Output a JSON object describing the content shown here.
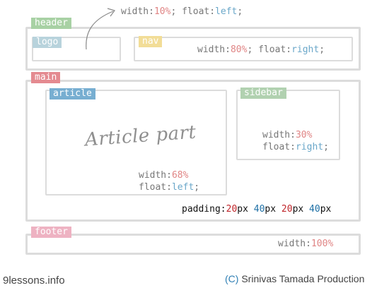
{
  "colors": {
    "header": "#a8d1a4",
    "logo": "#b8d3dc",
    "nav": "#f2dd97",
    "main": "#e48a90",
    "article": "#77aed1",
    "sidebar": "#b1d1b0",
    "footer": "#eeb2c2",
    "box_border": "#dcdcdc",
    "css_value_number": "#e08585",
    "css_value_keyword": "#6aa7c9"
  },
  "labels": {
    "header": "header",
    "logo": "logo",
    "nav": "nav",
    "main": "main",
    "article": "article",
    "sidebar": "sidebar",
    "footer": "footer"
  },
  "logo_rule": {
    "prop1": "width:",
    "val1": "10%",
    "sep": "; float:",
    "val2": "left",
    "end": ";"
  },
  "nav_rule": {
    "prop1": "width:",
    "val1": "80%",
    "sep": "; float:",
    "val2": "right",
    "end": ";"
  },
  "sidebar_rule": {
    "line1_prop": "width:",
    "line1_val": "30%",
    "line2_prop": "float:",
    "line2_val": "right",
    "end": ";"
  },
  "article_rule": {
    "line1_prop": "width:",
    "line1_val": "68%",
    "line2_prop": "float:",
    "line2_val": "left",
    "end": ";"
  },
  "article_text": "Article part",
  "padding_rule": {
    "prop": "padding:",
    "v1": "20",
    "u1": "px ",
    "v2": "40",
    "u2": "px ",
    "v3": "20",
    "u3": "px ",
    "v4": "40",
    "u4": "px"
  },
  "footer_rule": {
    "prop": "width:",
    "val": "100%"
  },
  "credits": {
    "site": "9lessons.info",
    "copyright": "(C)",
    "author": " Srinivas Tamada Production"
  }
}
